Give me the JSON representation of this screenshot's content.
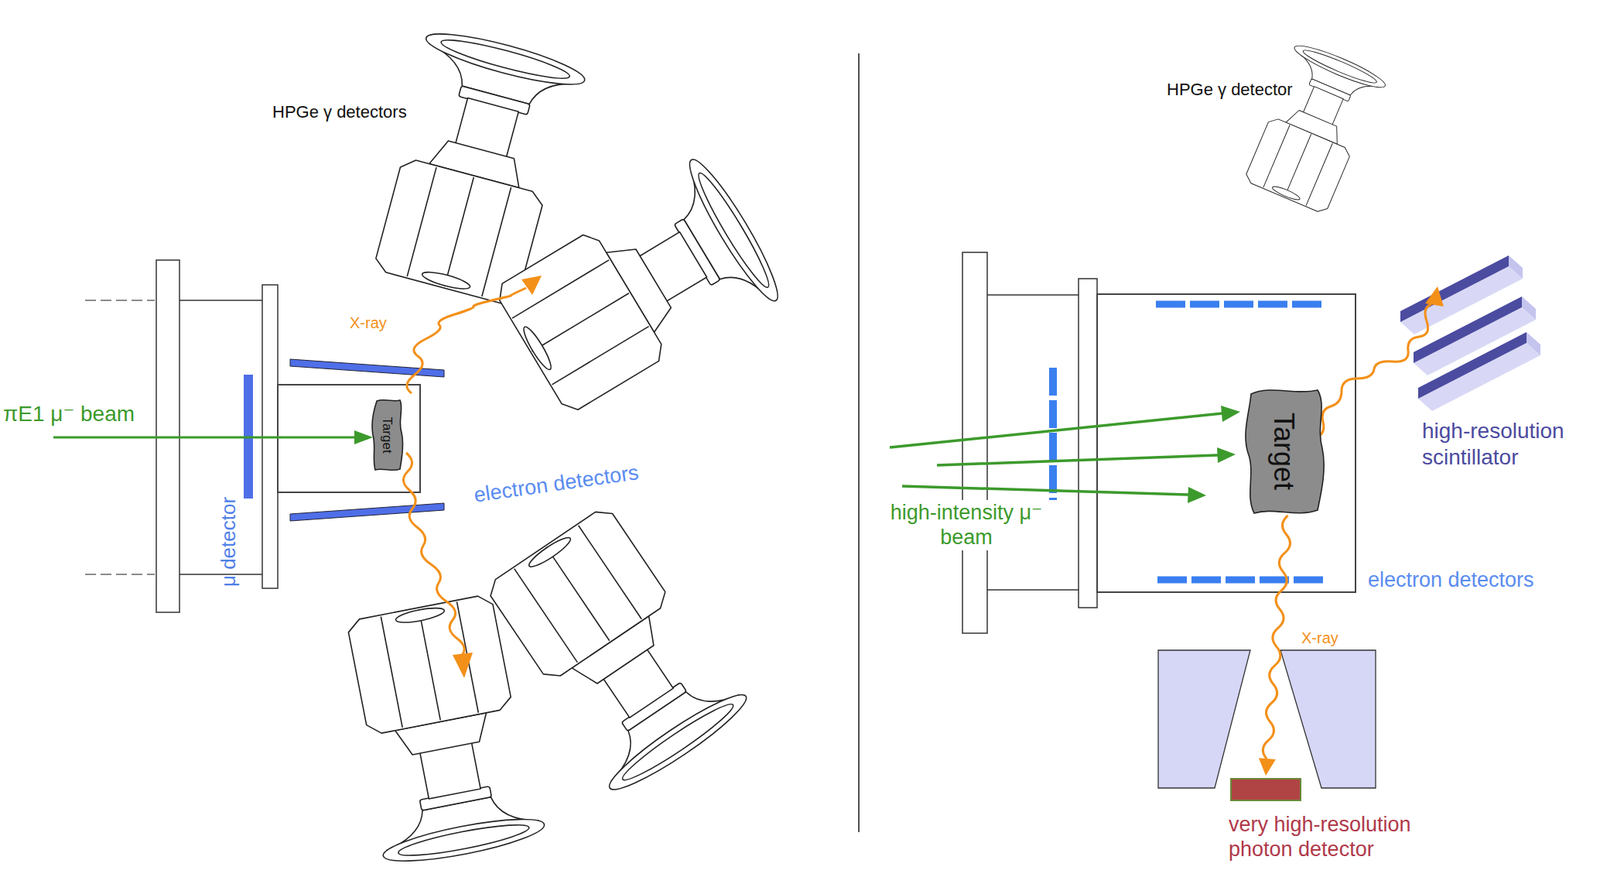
{
  "diagram": {
    "nodes": [
      {
        "text": [
          "Target"
        ]
      },
      {
        "text": [
          "Target"
        ]
      },
      {
        "text": [
          "very high-resolution photon detector"
        ]
      }
    ],
    "edges": [
      {
        "from": 1,
        "to": 2,
        "arrow": "to",
        "label": "X-ray"
      }
    ],
    "labels": [
      "HPGe γ detectors",
      "πE1 μ⁻ beam",
      "μ detector",
      "X-ray",
      "electron detectors",
      "HPGe γ detector",
      "high-intensity μ⁻ beam",
      "electron detectors",
      "high-resolution scintillator"
    ]
  }
}
